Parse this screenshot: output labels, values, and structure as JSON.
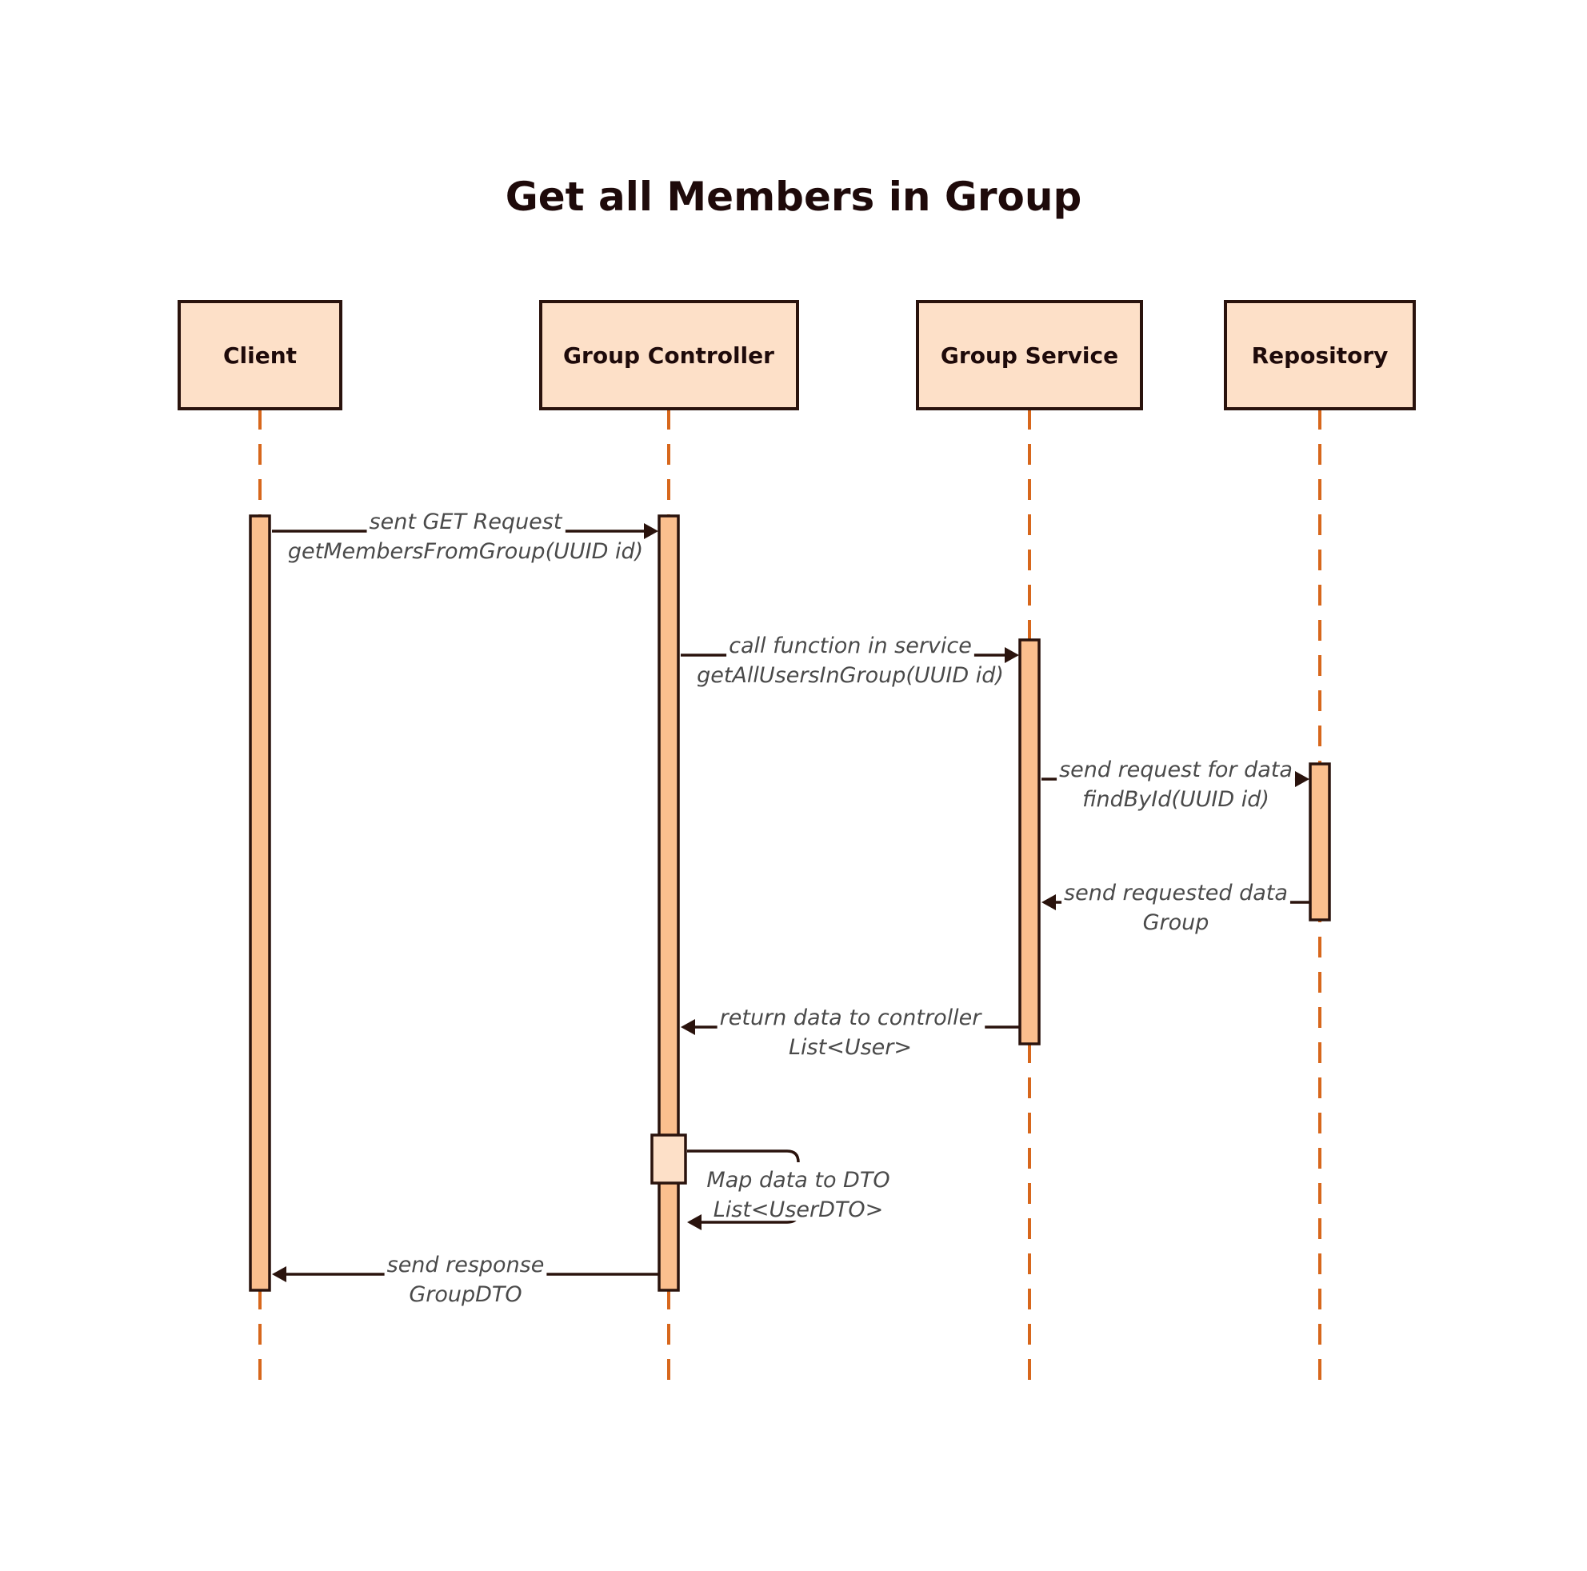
{
  "title": "Get all Members in Group",
  "colors": {
    "actor_fill": "#fde0c8",
    "activation_fill": "#fbbf8e",
    "self_box_fill": "#fde0c8",
    "lifeline": "#d7671c",
    "stroke": "#2a130d"
  },
  "actors": [
    {
      "id": "client",
      "label": "Client"
    },
    {
      "id": "controller",
      "label": "Group Controller"
    },
    {
      "id": "service",
      "label": "Group Service"
    },
    {
      "id": "repository",
      "label": "Repository"
    }
  ],
  "messages": [
    {
      "from": "client",
      "to": "controller",
      "line1": "sent GET Request",
      "line2": "getMembersFromGroup(UUID id)"
    },
    {
      "from": "controller",
      "to": "service",
      "line1": "call function in service",
      "line2": "getAllUsersInGroup(UUID id)"
    },
    {
      "from": "service",
      "to": "repository",
      "line1": "send request for data",
      "line2": "findById(UUID id)"
    },
    {
      "from": "repository",
      "to": "service",
      "line1": "send requested data",
      "line2": "Group"
    },
    {
      "from": "service",
      "to": "controller",
      "line1": "return data to controller",
      "line2": "List<User>"
    },
    {
      "from": "controller",
      "to": "controller",
      "self": true,
      "line1": "Map data to DTO",
      "line2": "List<UserDTO>"
    },
    {
      "from": "controller",
      "to": "client",
      "line1": "send response",
      "line2": "GroupDTO"
    }
  ]
}
